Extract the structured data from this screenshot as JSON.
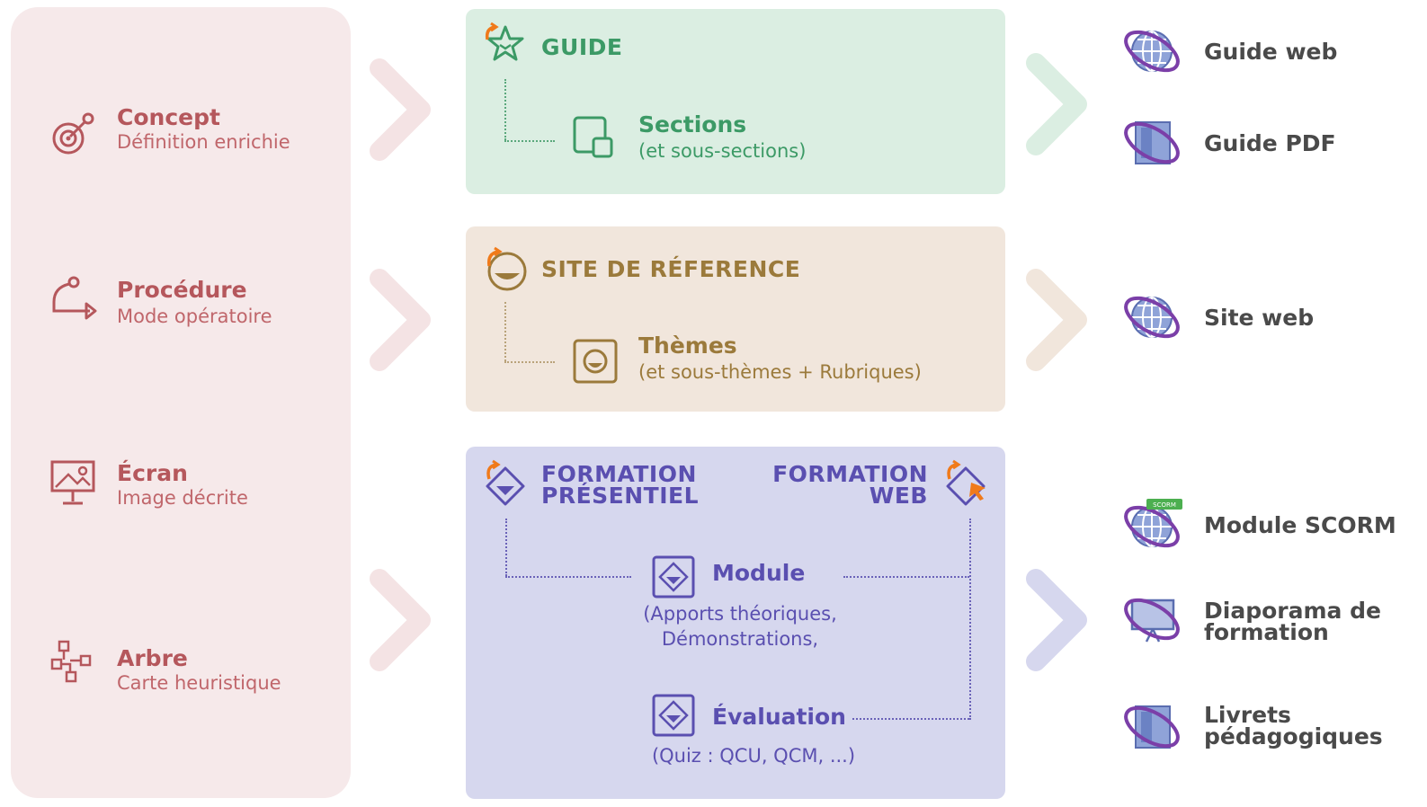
{
  "left_panel": {
    "items": [
      {
        "title": "Concept",
        "subtitle": "Définition enrichie",
        "icon": "target-icon"
      },
      {
        "title": "Procédure",
        "subtitle": "Mode opératoire",
        "icon": "procedure-arrow-icon"
      },
      {
        "title": "Écran",
        "subtitle": "Image décrite",
        "icon": "screen-image-icon"
      },
      {
        "title": "Arbre",
        "subtitle": "Carte heuristique",
        "icon": "tree-icon"
      }
    ]
  },
  "guide": {
    "title": "GUIDE",
    "sub_title": "Sections",
    "sub_note": "(et sous-sections)"
  },
  "site": {
    "title": "SITE DE RÉFERENCE",
    "sub_title": "Thèmes",
    "sub_note": "(et sous-thèmes + Rubriques)"
  },
  "formation": {
    "title_left_1": "FORMATION",
    "title_left_2": "PRÉSENTIEL",
    "title_right_1": "FORMATION",
    "title_right_2": "WEB",
    "module_title": "Module",
    "module_note_1": "(Apports théoriques,",
    "module_note_2": "Démonstrations,",
    "eval_title": "Évaluation",
    "eval_note": "(Quiz : QCU, QCM, ...)"
  },
  "outputs": {
    "guide_web": "Guide web",
    "guide_pdf": "Guide PDF",
    "site_web": "Site web",
    "scorm": "Module SCORM",
    "scorm_badge": "SCORM",
    "diaporama_1": "Diaporama de",
    "diaporama_2": "formation",
    "livrets_1": "Livrets",
    "livrets_2": "pédagogiques"
  },
  "colors": {
    "left_bg": "#f6e9ea",
    "left_text": "#b5575c",
    "guide_bg": "#dbeee2",
    "guide_text": "#3c9a66",
    "site_bg": "#f1e6dc",
    "site_text": "#9b7a3b",
    "formation_bg": "#d6d7ee",
    "formation_text": "#5a4fb0",
    "output_icon": "#7b3fa8",
    "orange_accent": "#f07a1a"
  }
}
